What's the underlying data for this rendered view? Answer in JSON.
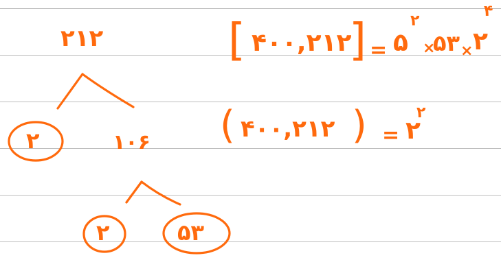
{
  "colors": {
    "ink": "#ff6a0d",
    "rule": "#bdbdbd",
    "paper": "#ffffff"
  },
  "notes": {
    "tree_root": "۲۱۲",
    "leaf_left": "۲",
    "mid_node": "۱۰۶",
    "leaf_bottom_left": "۲",
    "leaf_bottom_right": "۵۳",
    "lcm_open": "[",
    "lcm_args": "۴۰۰,۲۱۲",
    "lcm_close": "]",
    "lcm_equals": "=",
    "lcm_term1_base": "۵",
    "lcm_term1_exp": "۲",
    "lcm_times1": "×",
    "lcm_term2": "۵۳",
    "lcm_times2": "×",
    "lcm_term3_base": "۲",
    "lcm_term3_exp": "۴",
    "gcd_open": "(",
    "gcd_args": "۴۰۰,۲۱۲",
    "gcd_close": ")",
    "gcd_equals": "=",
    "gcd_base": "۲",
    "gcd_exp": "۲"
  }
}
